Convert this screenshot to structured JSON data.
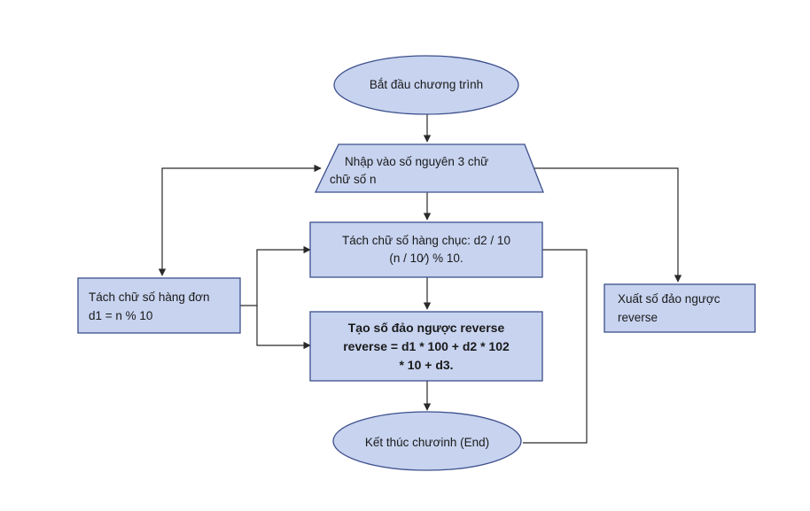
{
  "nodes": {
    "start": "Bắt đầu chương trình",
    "input_line1": "Nhập vào số nguyên 3 chữ",
    "input_line2": "chữ số n",
    "tens_line1": "Tách chữ số hàng chục: d2 / 10",
    "tens_line2": "(n / 10⁄) % 10.",
    "units_line1": "Tách chữ số hàng đơn",
    "units_line2": "d1 = n % 10",
    "reverse_line1": "Tạo số đảo ngược reverse",
    "reverse_line2": "reverse = d1 * 100 + d2 * 102",
    "reverse_line3": "* 10 + d3.",
    "output_line1": "Xuất số đảo ngược",
    "output_line2": "reverse",
    "end": "Kết thúc chươinh (End)"
  },
  "colors": {
    "shape_fill": "#c7d3ef",
    "shape_stroke": "#3d4f8c",
    "connector": "#2a2a2a"
  }
}
